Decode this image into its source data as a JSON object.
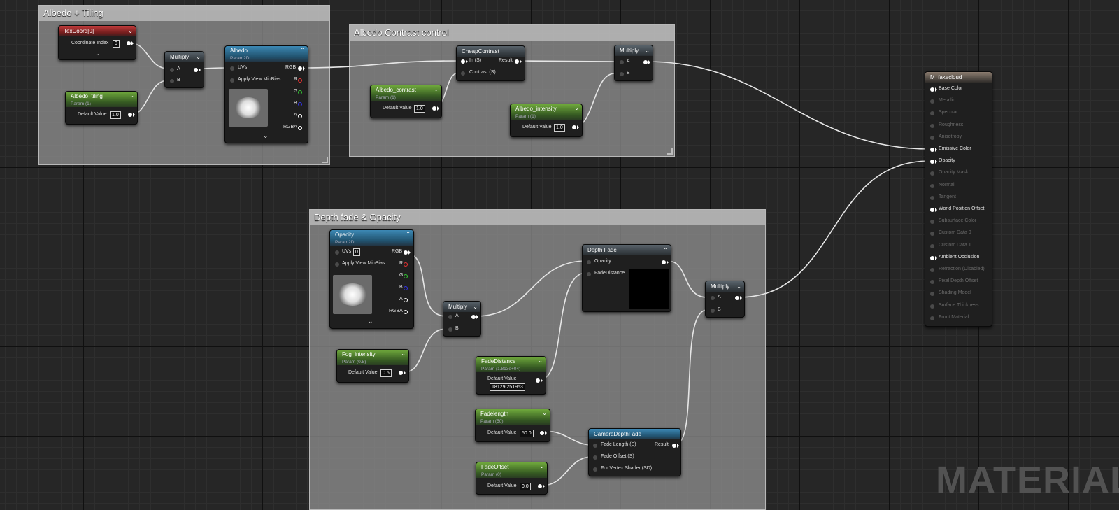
{
  "watermark": "MATERIAL",
  "comments": {
    "albedo_tiling": "Albedo + Tiling",
    "albedo_contrast": "Albedo Contrast control",
    "depth_fade": "Depth fade & Opacity"
  },
  "nodes": {
    "texcoord": {
      "title": "TexCoord[0]",
      "row_label": "Coordinate Index",
      "value": "0"
    },
    "multiply1": {
      "title": "Multiply",
      "pin_a": "A",
      "pin_b": "B"
    },
    "albedo_tiling": {
      "title": "Albedo_tiling",
      "subtitle": "Param (1)",
      "row_label": "Default Value",
      "value": "1.0"
    },
    "albedo": {
      "title": "Albedo",
      "subtitle": "Param2D",
      "uvs": "UVs",
      "mip": "Apply View MipBias",
      "out_rgb": "RGB",
      "out_r": "R",
      "out_g": "G",
      "out_b": "B",
      "out_a": "A",
      "out_rgba": "RGBA"
    },
    "cheapcontrast": {
      "title": "CheapContrast",
      "in": "In (S)",
      "contrast": "Contrast (S)",
      "result": "Result"
    },
    "albedo_contrast": {
      "title": "Albedo_contrast",
      "subtitle": "Param (1)",
      "row_label": "Default Value",
      "value": "1.0"
    },
    "albedo_intensity": {
      "title": "Albedo_intensity",
      "subtitle": "Param (1)",
      "row_label": "Default Value",
      "value": "1.0"
    },
    "multiply2": {
      "title": "Multiply",
      "pin_a": "A",
      "pin_b": "B"
    },
    "opacity_tex": {
      "title": "Opacity",
      "subtitle": "Param2D",
      "uvs": "UVs",
      "uvs_value": "0",
      "mip": "Apply View MipBias",
      "out_rgb": "RGB",
      "out_r": "R",
      "out_g": "G",
      "out_b": "B",
      "out_a": "A",
      "out_rgba": "RGBA"
    },
    "multiply3": {
      "title": "Multiply",
      "pin_a": "A",
      "pin_b": "B"
    },
    "fog_intensity": {
      "title": "Fog_intensity",
      "subtitle": "Param (0.5)",
      "row_label": "Default Value",
      "value": "0.5"
    },
    "depthfade": {
      "title": "Depth Fade",
      "opacity": "Opacity",
      "fade_distance": "FadeDistance"
    },
    "fadedistance": {
      "title": "FadeDistance",
      "subtitle": "Param (1.813e+04)",
      "row_label": "Default Value",
      "value": "18129.251953"
    },
    "fadelength": {
      "title": "Fadelength",
      "subtitle": "Param (50)",
      "row_label": "Default Value",
      "value": "50.0"
    },
    "fadeoffset": {
      "title": "FadeOffset",
      "subtitle": "Param (0)",
      "row_label": "Default Value",
      "value": "0.0"
    },
    "cameradepthfade": {
      "title": "CameraDepthFade",
      "fade_length": "Fade Length (S)",
      "fade_offset": "Fade Offset (S)",
      "vertex_shader": "For Vertex Shader (SD)",
      "result": "Result"
    },
    "multiply4": {
      "title": "Multiply",
      "pin_a": "A",
      "pin_b": "B"
    }
  },
  "result_node": {
    "title": "M_fakecloud",
    "inputs": [
      {
        "label": "Base Color",
        "active": true
      },
      {
        "label": "Metallic",
        "active": false
      },
      {
        "label": "Specular",
        "active": false
      },
      {
        "label": "Roughness",
        "active": false
      },
      {
        "label": "Anisotropy",
        "active": false
      },
      {
        "label": "Emissive Color",
        "active": true
      },
      {
        "label": "Opacity",
        "active": true
      },
      {
        "label": "Opacity Mask",
        "active": false
      },
      {
        "label": "Normal",
        "active": false
      },
      {
        "label": "Tangent",
        "active": false
      },
      {
        "label": "World Position Offset",
        "active": true
      },
      {
        "label": "Subsurface Color",
        "active": false
      },
      {
        "label": "Custom Data 0",
        "active": false
      },
      {
        "label": "Custom Data 1",
        "active": false
      },
      {
        "label": "Ambient Occlusion",
        "active": true
      },
      {
        "label": "Refraction (Disabled)",
        "active": false
      },
      {
        "label": "Pixel Depth Offset",
        "active": false
      },
      {
        "label": "Shading Model",
        "active": false
      },
      {
        "label": "Surface Thickness",
        "active": false
      },
      {
        "label": "Front Material",
        "active": false
      }
    ]
  }
}
